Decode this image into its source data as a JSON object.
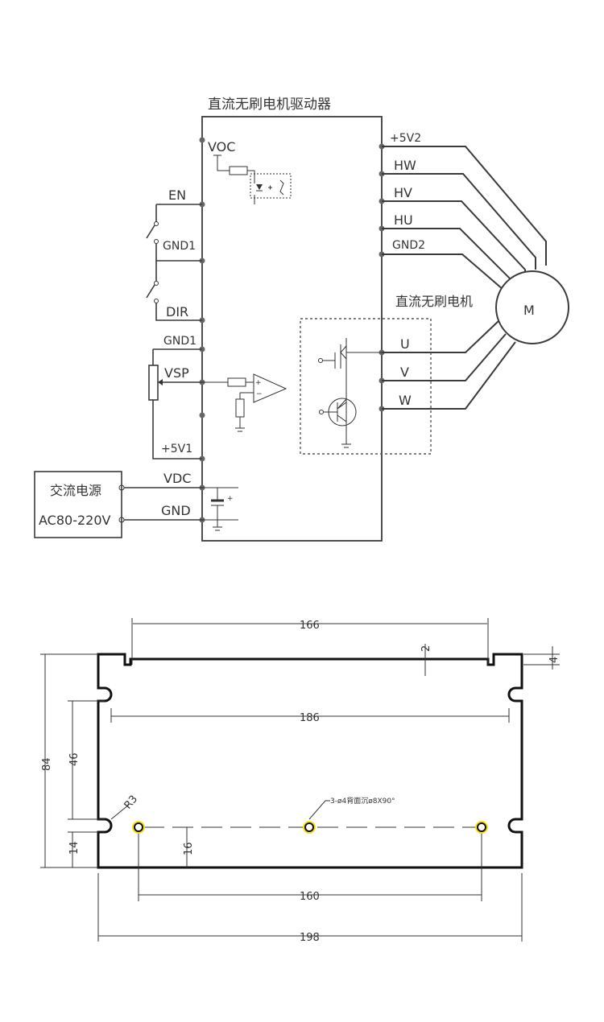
{
  "wiring": {
    "driver_title": "直流无刷电机驱动器",
    "motor_title": "直流无刷电机",
    "motor_symbol": "M",
    "power_box": {
      "line1": "交流电源",
      "line2": "AC80-220V"
    },
    "left_terminals": {
      "voc": "VOC",
      "en": "EN",
      "gnd1_a": "GND1",
      "dir": "DIR",
      "gnd1_b": "GND1",
      "vsp": "VSP",
      "plus5v1": "+5V1",
      "vdc": "VDC",
      "gnd": "GND"
    },
    "right_terminals": {
      "plus5v2": "+5V2",
      "hw": "HW",
      "hv": "HV",
      "hu": "HU",
      "gnd2": "GND2",
      "u": "U",
      "v": "V",
      "w": "W"
    }
  },
  "mechanical": {
    "dim_166": "166",
    "dim_186": "186",
    "dim_2": "2",
    "dim_4": "4",
    "dim_84": "84",
    "dim_46": "46",
    "dim_14": "14",
    "dim_16": "16",
    "dim_160": "160",
    "dim_198": "198",
    "radius": "R3",
    "hole_note": "3-ø4背面沉ø8X90°",
    "hole_highlight_color": "#f5e21c"
  }
}
